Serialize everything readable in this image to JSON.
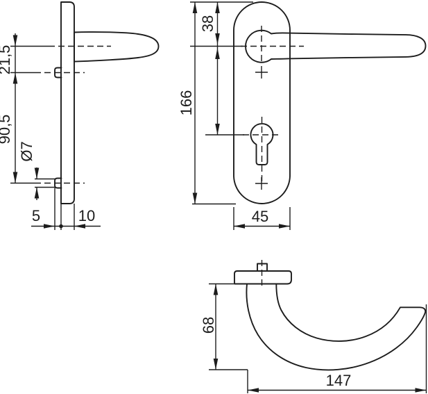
{
  "drawing": {
    "background": "#ffffff",
    "line_color": "#1c1c1c",
    "views": {
      "side": {
        "dims": {
          "handle_axis_to_screw": "21,5",
          "screw_to_screw": "90,5",
          "screw_hole_diameter": "Ø7",
          "boss_projection": "5",
          "plate_thickness": "10"
        }
      },
      "front": {
        "dims": {
          "plate_top_to_handle_axis": "38",
          "plate_height": "166",
          "plate_width": "45"
        }
      },
      "top": {
        "dims": {
          "handle_projection": "68",
          "handle_overall_length": "147"
        }
      }
    }
  }
}
